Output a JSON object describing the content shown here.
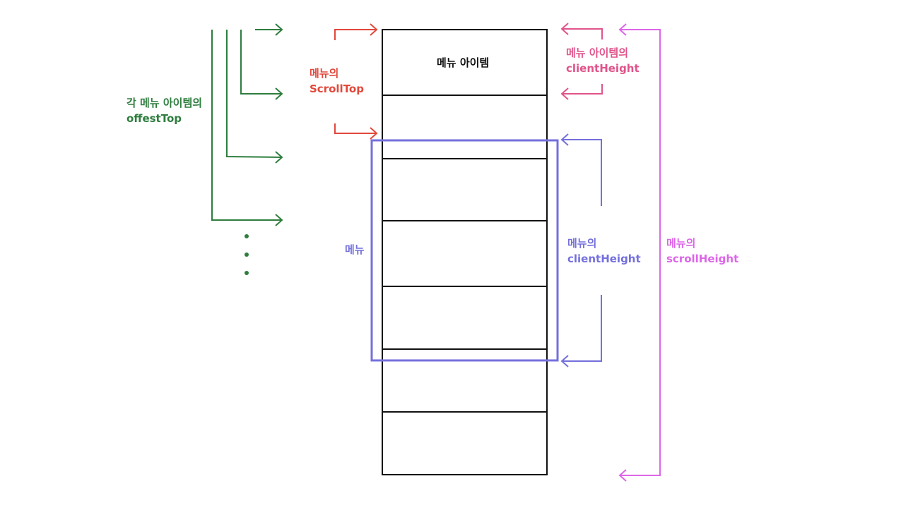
{
  "colors": {
    "green": "#2e7d3e",
    "red": "#e2483b",
    "pink": "#e0548a",
    "purple": "#dd66e8",
    "blue": "#7470dc",
    "black": "#111111"
  },
  "item_label": "메뉴 아이템",
  "offset_label": {
    "line1": "각 메뉴 아이템의",
    "line2": "offestTop"
  },
  "scrolltop_label": {
    "line1": "메뉴의",
    "line2": "ScrollTop"
  },
  "item_client_label": {
    "line1": "메뉴 아이템의",
    "line2": "clientHeight"
  },
  "menu_label": "메뉴",
  "menu_client_label": {
    "line1": "메뉴의",
    "line2": "clientHeight"
  },
  "scroll_height_label": {
    "line1": "메뉴의",
    "line2": "scrollHeight"
  }
}
